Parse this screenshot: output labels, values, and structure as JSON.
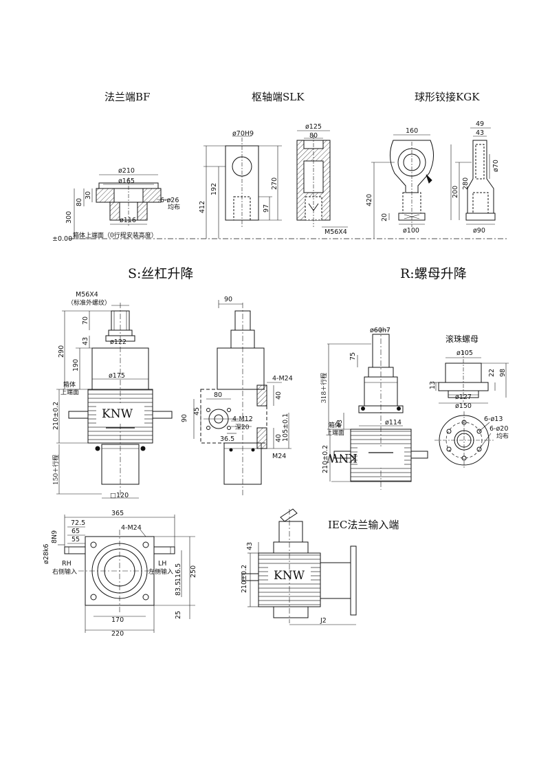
{
  "titles": {
    "bf": "法兰端BF",
    "slk": "枢轴端SLK",
    "kgk": "球形铰接KGK",
    "s": "S:丝杠升降",
    "r": "R:螺母升降",
    "iec": "IEC法兰输入端",
    "ball_nut": "滚珠螺母"
  },
  "top_labels": {
    "datum": "±0.00",
    "datum_note": "箱体上端面（0行程安装高度）",
    "bf_d210": "ø210",
    "bf_d165": "ø165",
    "bf_d116": "ø116",
    "bf_80": "80",
    "bf_30": "30",
    "bf_holes": "6-ø26",
    "bf_holes_note": "均布",
    "h300": "300",
    "slk_d70": "ø70H9",
    "slk_192": "192",
    "slk_412": "412",
    "slk_270": "270",
    "slk_97": "97",
    "slk_d125": "ø125",
    "slk_80": "80",
    "slk_m56": "M56X4",
    "kgk_160": "160",
    "kgk_420": "420",
    "kgk_280": "280",
    "kgk_200": "200",
    "kgk_20": "20",
    "kgk_d100": "ø100",
    "kgk_49": "49",
    "kgk_43": "43",
    "kgk_d70": "ø70",
    "kgk_d90": "ø90"
  },
  "s_labels": {
    "m56": "M56X4",
    "m56_note": "（标准外螺纹）",
    "70": "70",
    "43": "43",
    "290": "290",
    "190": "190",
    "d122": "ø122",
    "d175": "ø175",
    "box_top_1": "箱体",
    "box_top_2": "上端面",
    "h210": "210±0.2",
    "h150": "150＋行程",
    "sq120": "□120",
    "knw": "KNW",
    "side_90": "90",
    "side_80": "80",
    "side_45": "45",
    "side_90v": "90",
    "m24a": "4-M24",
    "m12": "4-M12",
    "deep20": "深20",
    "36_5": "36.5",
    "40a": "40",
    "40b": "40",
    "105": "105±0.1",
    "m24b": "M24"
  },
  "r_labels": {
    "d60": "ø60h7",
    "75": "75",
    "318": "318＋行程",
    "43": "43",
    "d114": "ø114",
    "box_top_1": "箱体",
    "box_top_2": "上端面",
    "h210": "210±0.2",
    "knw": "KNW",
    "d105": "ø105",
    "22": "22",
    "98": "98",
    "13": "13",
    "d127": "ø127",
    "d150": "ø150",
    "holes1": "6-ø13",
    "holes2": "6-ø20",
    "holes_note": "均布"
  },
  "plan_labels": {
    "365": "365",
    "72_5": "72.5",
    "65": "65",
    "55": "55",
    "m24": "4-M24",
    "d28": "ø28k6",
    "8n9": "8N9",
    "rh": "RH",
    "rh_note": "右侧输入",
    "lh": "LH",
    "lh_note": "左侧输入",
    "116_5": "116.5",
    "250": "250",
    "83_5": "83.5",
    "25": "25",
    "170": "170",
    "220": "220"
  },
  "iec_labels": {
    "43": "43",
    "h210": "210±0.2",
    "knw": "KNW",
    "j2": "J2"
  }
}
